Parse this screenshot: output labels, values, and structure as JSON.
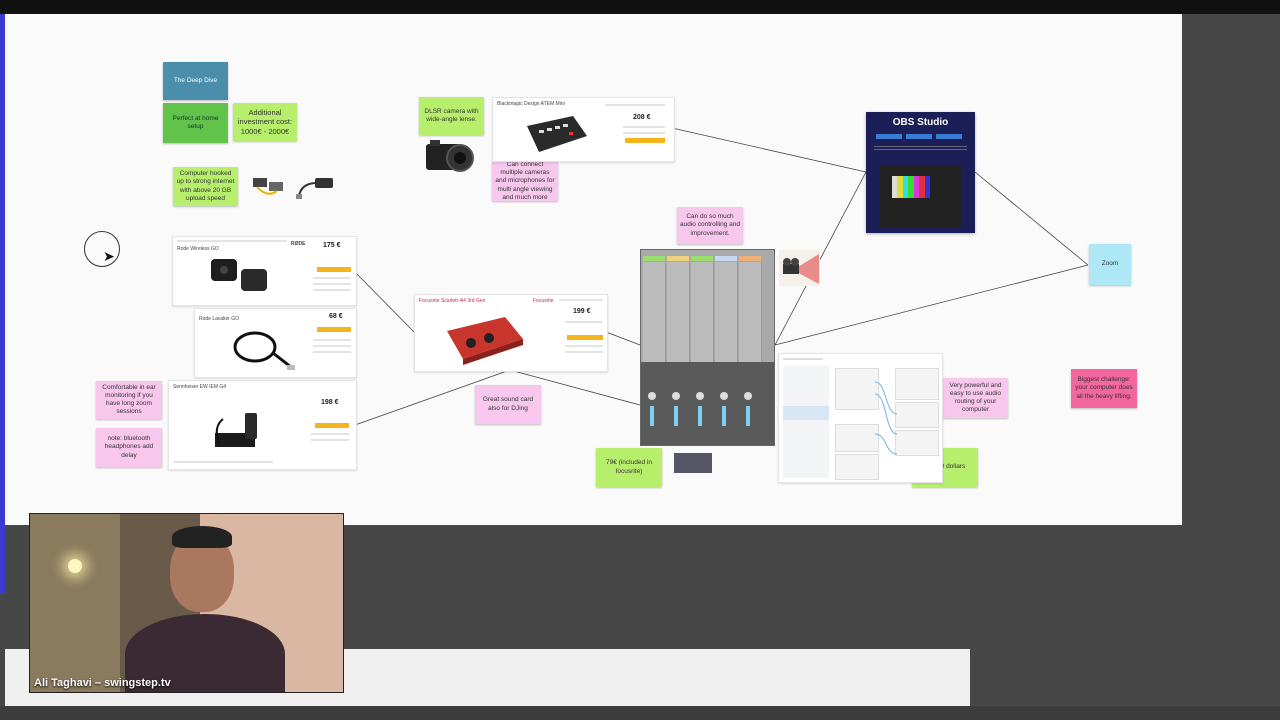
{
  "notes": {
    "deep_dive": "The Deep Dive",
    "perfect_home": "Perfect at home setup",
    "investment": "Additional investment cost: 1000€ - 2000€",
    "computer": "Computer hooked up to strong internet with above 20 GB upload speed",
    "dslr": "DLSR camera with wide-angle lense.",
    "cameras_mics": "Can connect multiple cameras and microphones for multi angle viewing and much more",
    "audio_control": "Can do so much audio controlling and improvement.",
    "zoom": "Zoom",
    "in_ear": "Comfortable in ear monitoring if you have long zoom sessions",
    "bluetooth": "note: bluetooth headphones add delay",
    "sound_card": "Great sound card also for DJing",
    "price_79": "79€ (included in focusrite)",
    "powerful_audio": "Very powerful and easy to use audio routing of your computer",
    "price_100": "ca 100 dollars",
    "challenge": "Biggest challenge: your computer does all the heavy lifting."
  },
  "cards": {
    "atem": {
      "title": "Blackmagic Design ATEM Mini",
      "price": "208 €"
    },
    "rode": {
      "title": "Rode Wireless GO",
      "price": "175 €",
      "brand": "RØDE"
    },
    "cable": {
      "title": "Rode Lavalier GO",
      "price": "68 €"
    },
    "focusrite": {
      "title": "Focusrite Scarlett 4i4 3rd Gen",
      "price": "199 €",
      "brand": "Focusrite"
    },
    "iem": {
      "title": "Sennheiser EW IEM G4",
      "price": "198 €"
    }
  },
  "obs": {
    "title": "OBS Studio"
  },
  "webcam": {
    "name": "Ali Taghavi – swingstep.tv"
  },
  "colors": {
    "note_green": "#b7ef6d",
    "note_pink": "#f7c7ee",
    "note_blue": "#aee8f7",
    "note_hotpink": "#f4679e",
    "note_teal": "#4a8eab",
    "board_bg": "#fafafa"
  }
}
